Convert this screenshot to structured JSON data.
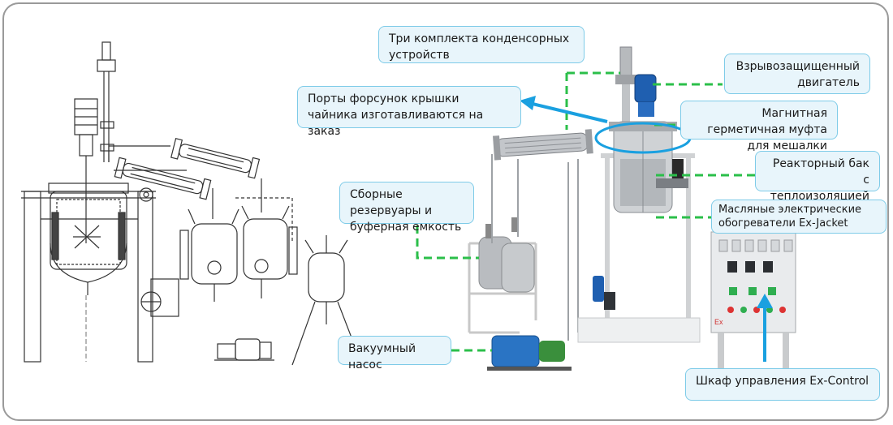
{
  "colors": {
    "accent_blue": "#1aa0e0",
    "green_dash": "#2bbf4a",
    "callout_bg": "#e8f5fb",
    "callout_border": "#7ecbe8",
    "motor_blue": "#1f5fb0",
    "frame": "#9a9a9a"
  },
  "callouts": {
    "condenser": "Три комплекта конденсорных устройств",
    "motor": "Взрывозащищенный двигатель",
    "lid_ports": "Порты форсунок крышки чайника изготавливаются на заказ",
    "coupling": "Магнитная герметичная муфта для мешалки",
    "tank": "Реакторный бак с теплоизоляцией",
    "receivers": "Сборные резервуары и буферная емкость",
    "heaters": "Масляные электрические обогреватели Ex-Jacket",
    "pump": "Вакуумный насос",
    "cabinet": "Шкаф управления Ex-Control"
  },
  "cabinet_label": "Ex"
}
